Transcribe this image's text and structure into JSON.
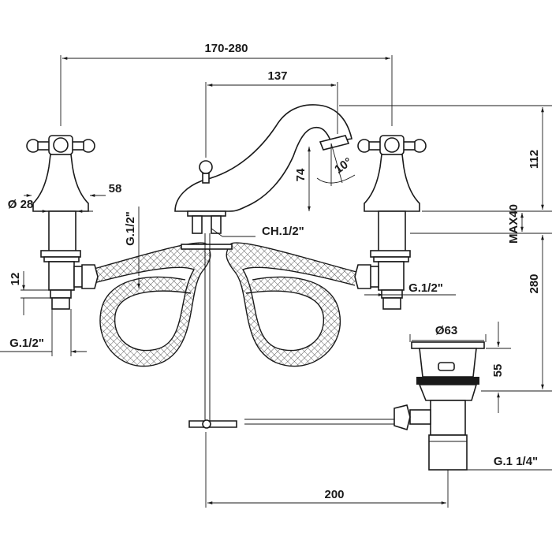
{
  "dimensions": {
    "overall_spread": "170-280",
    "spout_reach": "137",
    "total_height": "112",
    "spout_height": "74",
    "spout_angle": "10°",
    "handle_width": "58",
    "shank_diameter": "Ø 28",
    "tail_thread_left": "G.1/2\"",
    "left_thread_small": "12",
    "bottom_thread_left": "G.1/2\"",
    "center_connection": "CH.1/2\"",
    "right_thread": "G.1/2\"",
    "max_deck": "MAX40",
    "shank_length": "280",
    "waste_diameter": "Ø63",
    "waste_height": "55",
    "waste_thread": "G.1 1/4\"",
    "rod_length": "200"
  }
}
